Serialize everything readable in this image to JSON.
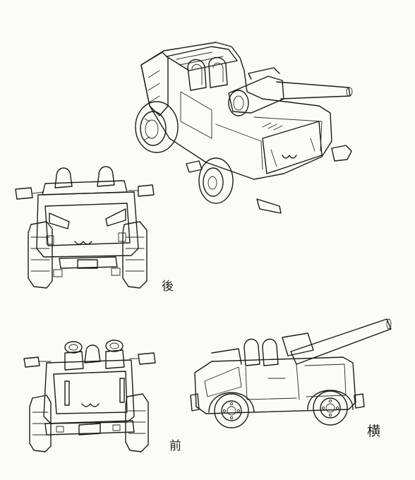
{
  "views": {
    "rear_label": "後",
    "front_label": "前",
    "side_label": "横"
  },
  "colors": {
    "ink": "#1b1b1b",
    "paper": "#fbfbf9"
  }
}
